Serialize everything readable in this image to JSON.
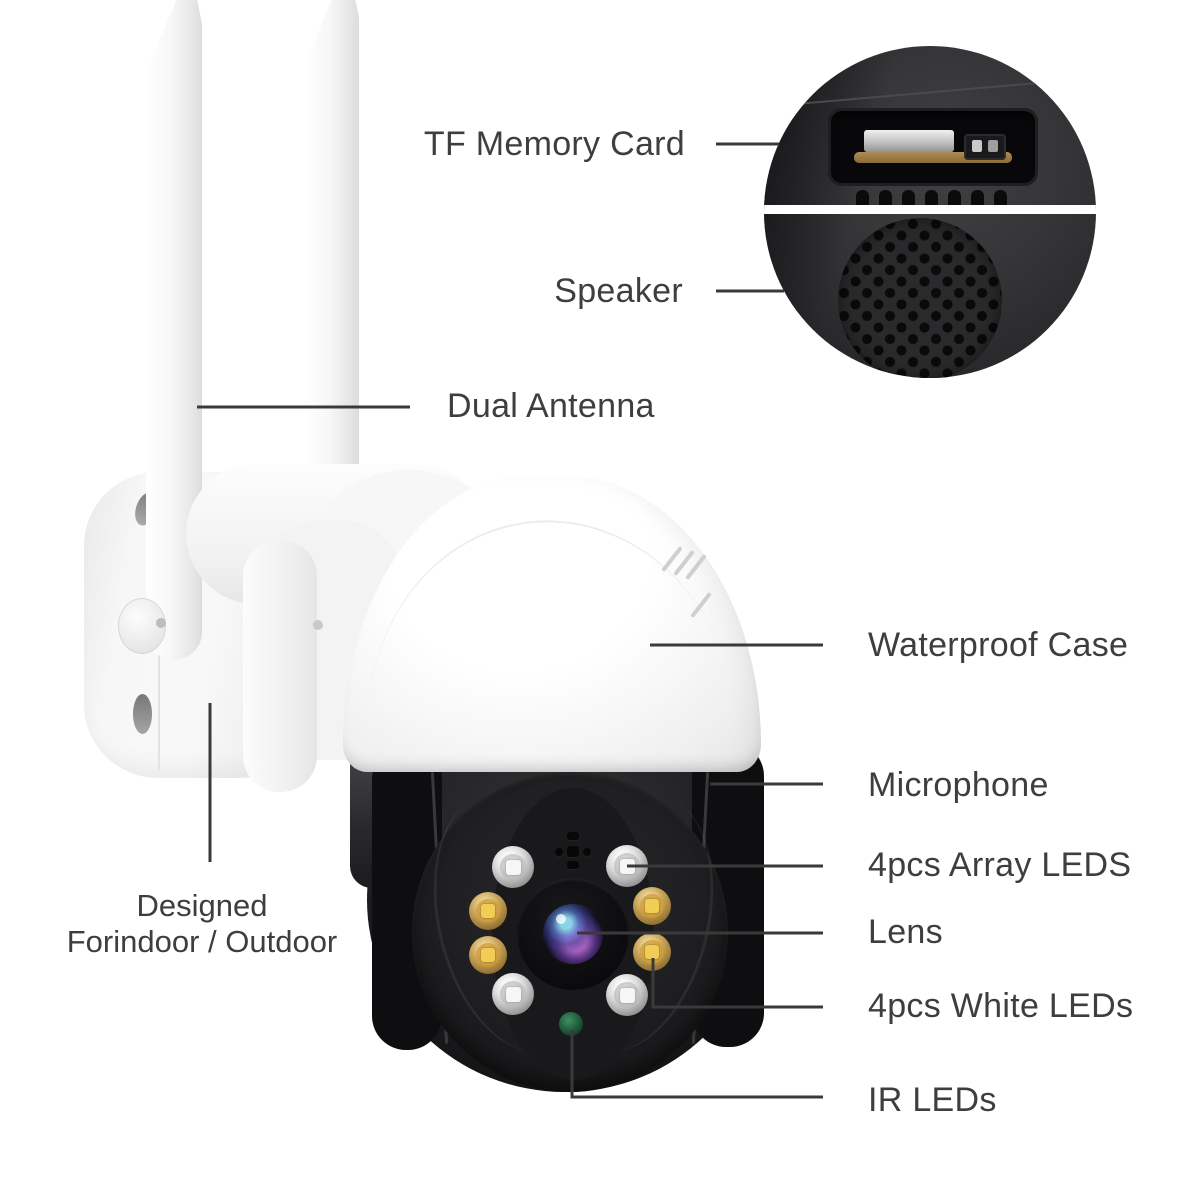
{
  "callouts": {
    "tf": "TF Memory Card",
    "speaker": "Speaker",
    "dual_antenna": "Dual Antenna",
    "waterproof_case": "Waterproof Case",
    "microphone": "Microphone",
    "array_leds": "4pcs Array LEDS",
    "lens": "Lens",
    "white_leds": "4pcs White LEDs",
    "ir_leds": "IR LEDs"
  },
  "designed_note": {
    "line1": "Designed",
    "line2": "Forindoor / Outdoor"
  },
  "colors": {
    "label_text": "#3e3e3e",
    "callout_line": "#3a3a3a",
    "amber_led": "#e8b84b",
    "white_led": "#f2f2f2",
    "ir_dot_green": "#2e7a52",
    "lens_iris_purple": "#8a5fc0",
    "lens_iris_cyan": "#7fd0e0",
    "camera_body_white": "#f4f4f4",
    "camera_head_black": "#1c1c1e"
  }
}
